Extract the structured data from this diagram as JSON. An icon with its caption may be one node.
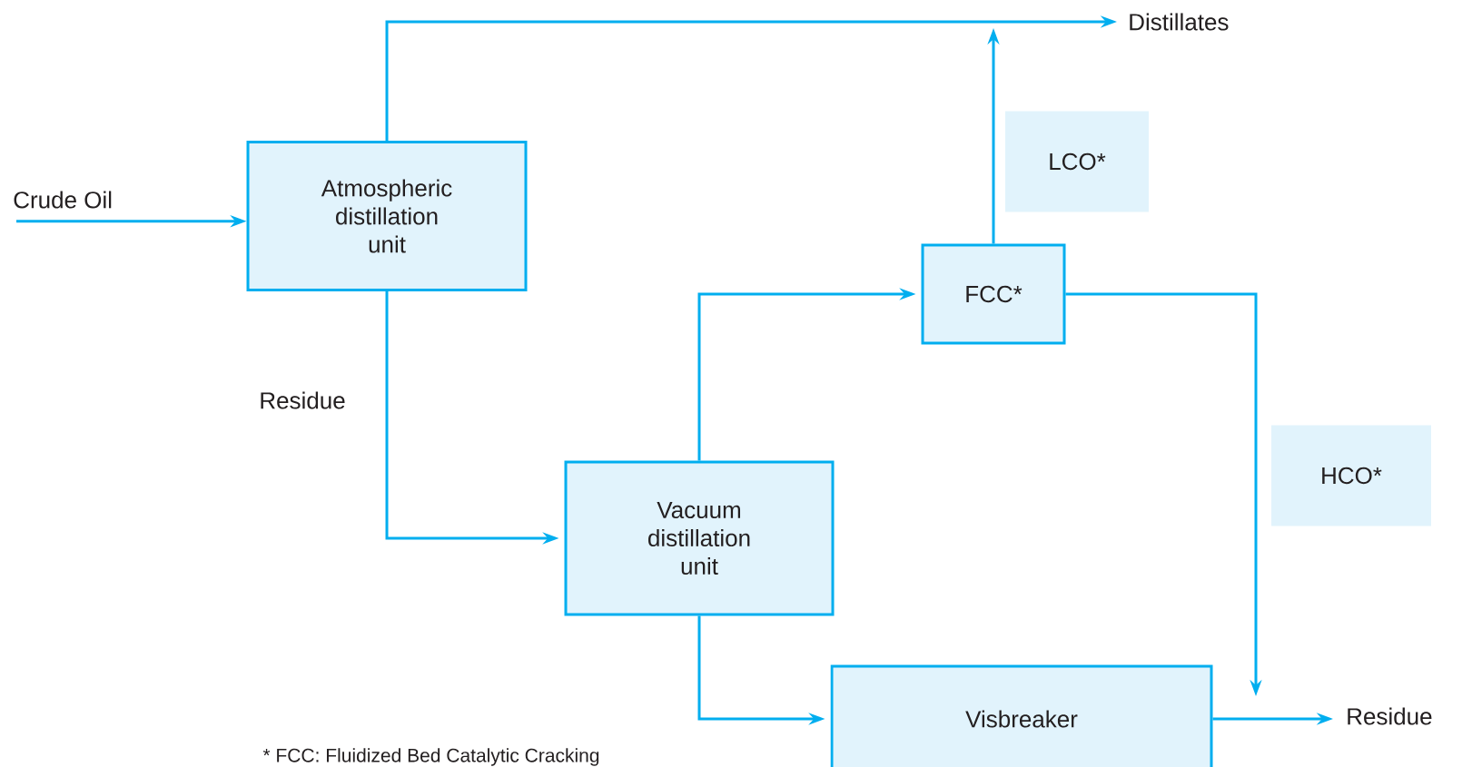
{
  "diagram": {
    "nodes": [
      {
        "text": [
          "Crude Oil"
        ]
      },
      {
        "text": [
          "Atmospheric distillation unit"
        ]
      },
      {
        "text": [
          "Distillates"
        ]
      },
      {
        "text": [
          "LCO*"
        ]
      },
      {
        "text": [
          "FCC*"
        ]
      },
      {
        "text": [
          "Vacuum distillation unit"
        ]
      },
      {
        "text": [
          "HCO*"
        ]
      },
      {
        "text": [
          "Visbreaker"
        ]
      },
      {
        "text": [
          "Residue"
        ]
      }
    ],
    "edges": [
      {
        "from": 0,
        "to": 1,
        "arrow": "to"
      },
      {
        "from": 1,
        "to": 2,
        "arrow": "to"
      },
      {
        "from": 1,
        "to": 5,
        "arrow": "to",
        "label": "Residue"
      },
      {
        "from": 5,
        "to": 4,
        "arrow": "to"
      },
      {
        "from": 4,
        "to": null,
        "arrow": "to"
      },
      {
        "from": 4,
        "to": null,
        "arrow": "to"
      },
      {
        "from": 5,
        "to": 7,
        "arrow": "to"
      },
      {
        "from": 7,
        "to": 8,
        "arrow": "to"
      }
    ],
    "labels": [
      "* FCC: Fluidized Bed Catalytic Cracking"
    ]
  }
}
